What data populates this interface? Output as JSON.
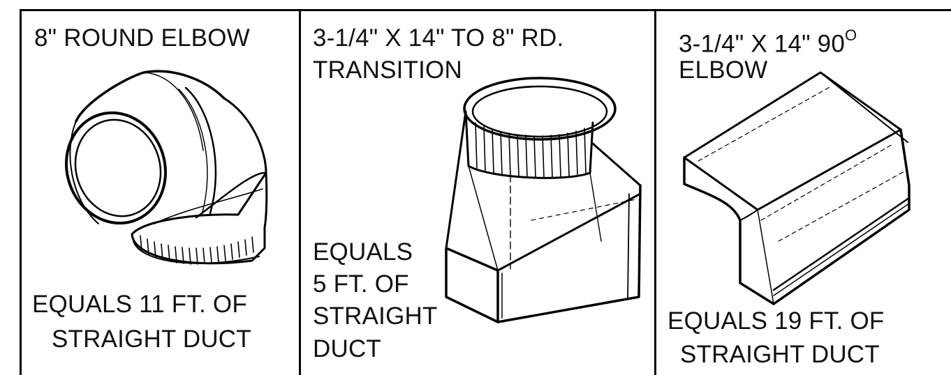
{
  "panels": [
    {
      "title_lines": [
        "8\" ROUND ELBOW"
      ],
      "equivalence_lines": [
        "EQUALS 11 FT. OF",
        "STRAIGHT  DUCT"
      ],
      "illustration_icon": "round-elbow-icon"
    },
    {
      "title_lines": [
        "3-1/4\" X 14\" TO 8\" RD.",
        "TRANSITION"
      ],
      "equivalence_lines": [
        "EQUALS",
        "5 FT. OF",
        "STRAIGHT",
        "DUCT"
      ],
      "illustration_icon": "transition-icon"
    },
    {
      "title_lines": [
        "3-1/4\" X 14\" 90",
        "ELBOW"
      ],
      "title_superscript": "O",
      "equivalence_lines": [
        "EQUALS 19 FT. OF",
        "STRAIGHT  DUCT"
      ],
      "illustration_icon": "rectangular-elbow-icon"
    }
  ]
}
